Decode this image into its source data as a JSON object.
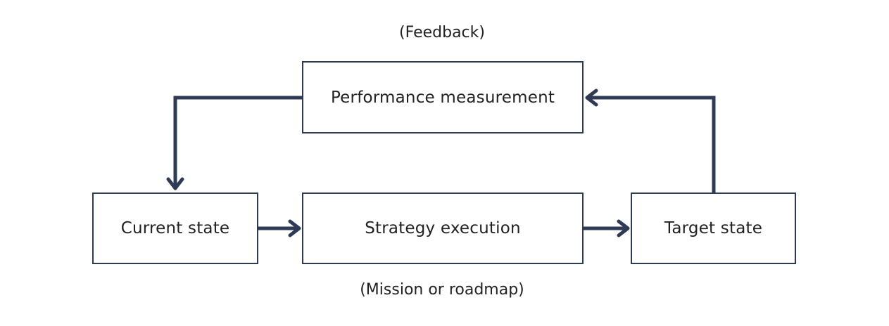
{
  "diagram": {
    "top_caption": "(Feedback)",
    "bottom_caption": "(Mission or roadmap)",
    "nodes": {
      "performance": "Performance measurement",
      "current": "Current state",
      "strategy": "Strategy execution",
      "target": "Target state"
    },
    "edges": [
      {
        "from": "current",
        "to": "strategy"
      },
      {
        "from": "strategy",
        "to": "target"
      },
      {
        "from": "target",
        "to": "performance"
      },
      {
        "from": "performance",
        "to": "current"
      }
    ],
    "colors": {
      "stroke": "#2f3b55",
      "text": "#222222",
      "background": "#ffffff"
    }
  }
}
